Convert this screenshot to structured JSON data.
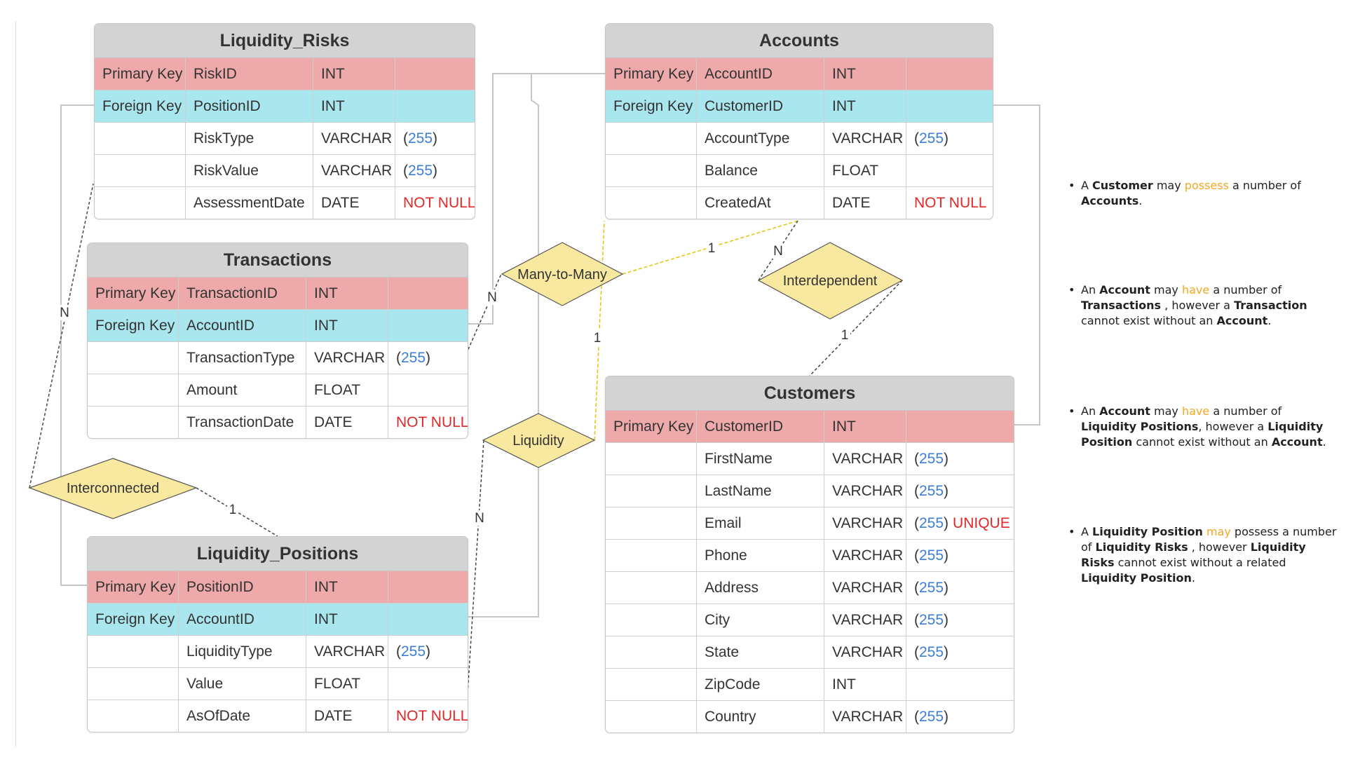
{
  "constraints_style": {
    "length_color": "#3c7dd9",
    "constraint_color": "#e02828",
    "pk_color": "#eeaaaa",
    "fk_color": "#aae6ee",
    "highlight_color": "#f6a623",
    "relationship_fill": "#f8e8a0"
  },
  "entities": {
    "liquidity_risks": {
      "title": "Liquidity_Risks",
      "rows": [
        {
          "key": "Primary Key",
          "name": "RiskID",
          "type": "INT",
          "len": "",
          "constraint": ""
        },
        {
          "key": "Foreign Key",
          "name": "PositionID",
          "type": "INT",
          "len": "",
          "constraint": ""
        },
        {
          "key": "",
          "name": "RiskType",
          "type": "VARCHAR",
          "len": "255",
          "constraint": ""
        },
        {
          "key": "",
          "name": "RiskValue",
          "type": "VARCHAR",
          "len": "255",
          "constraint": ""
        },
        {
          "key": "",
          "name": "AssessmentDate",
          "type": "DATE",
          "len": "",
          "constraint": "NOT NULL"
        }
      ]
    },
    "transactions": {
      "title": "Transactions",
      "rows": [
        {
          "key": "Primary Key",
          "name": "TransactionID",
          "type": "INT",
          "len": "",
          "constraint": ""
        },
        {
          "key": "Foreign Key",
          "name": "AccountID",
          "type": "INT",
          "len": "",
          "constraint": ""
        },
        {
          "key": "",
          "name": "TransactionType",
          "type": "VARCHAR",
          "len": "255",
          "constraint": ""
        },
        {
          "key": "",
          "name": "Amount",
          "type": "FLOAT",
          "len": "",
          "constraint": ""
        },
        {
          "key": "",
          "name": "TransactionDate",
          "type": "DATE",
          "len": "",
          "constraint": "NOT NULL"
        }
      ]
    },
    "liquidity_positions": {
      "title": "Liquidity_Positions",
      "rows": [
        {
          "key": "Primary Key",
          "name": "PositionID",
          "type": "INT",
          "len": "",
          "constraint": ""
        },
        {
          "key": "Foreign Key",
          "name": "AccountID",
          "type": "INT",
          "len": "",
          "constraint": ""
        },
        {
          "key": "",
          "name": "LiquidityType",
          "type": "VARCHAR",
          "len": "255",
          "constraint": ""
        },
        {
          "key": "",
          "name": "Value",
          "type": "FLOAT",
          "len": "",
          "constraint": ""
        },
        {
          "key": "",
          "name": "AsOfDate",
          "type": "DATE",
          "len": "",
          "constraint": "NOT NULL"
        }
      ]
    },
    "accounts": {
      "title": "Accounts",
      "rows": [
        {
          "key": "Primary Key",
          "name": "AccountID",
          "type": "INT",
          "len": "",
          "constraint": ""
        },
        {
          "key": "Foreign Key",
          "name": "CustomerID",
          "type": "INT",
          "len": "",
          "constraint": ""
        },
        {
          "key": "",
          "name": "AccountType",
          "type": "VARCHAR",
          "len": "255",
          "constraint": ""
        },
        {
          "key": "",
          "name": "Balance",
          "type": "FLOAT",
          "len": "",
          "constraint": ""
        },
        {
          "key": "",
          "name": "CreatedAt",
          "type": "DATE",
          "len": "",
          "constraint": "NOT NULL"
        }
      ]
    },
    "customers": {
      "title": "Customers",
      "rows": [
        {
          "key": "Primary Key",
          "name": "CustomerID",
          "type": "INT",
          "len": "",
          "constraint": ""
        },
        {
          "key": "",
          "name": "FirstName",
          "type": "VARCHAR",
          "len": "255",
          "constraint": ""
        },
        {
          "key": "",
          "name": "LastName",
          "type": "VARCHAR",
          "len": "255",
          "constraint": ""
        },
        {
          "key": "",
          "name": "Email",
          "type": "VARCHAR",
          "len": "255",
          "constraint": "UNIQUE"
        },
        {
          "key": "",
          "name": "Phone",
          "type": "VARCHAR",
          "len": "255",
          "constraint": ""
        },
        {
          "key": "",
          "name": "Address",
          "type": "VARCHAR",
          "len": "255",
          "constraint": ""
        },
        {
          "key": "",
          "name": "City",
          "type": "VARCHAR",
          "len": "255",
          "constraint": ""
        },
        {
          "key": "",
          "name": "State",
          "type": "VARCHAR",
          "len": "255",
          "constraint": ""
        },
        {
          "key": "",
          "name": "ZipCode",
          "type": "INT",
          "len": "",
          "constraint": ""
        },
        {
          "key": "",
          "name": "Country",
          "type": "VARCHAR",
          "len": "255",
          "constraint": ""
        }
      ]
    }
  },
  "relationships": [
    {
      "id": "many-to-many",
      "label": "Many-to-Many"
    },
    {
      "id": "interdependent",
      "label": "Interdependent"
    },
    {
      "id": "liquidity",
      "label": "Liquidity"
    },
    {
      "id": "interconnected",
      "label": "Interconnected"
    }
  ],
  "cardinalities": [
    "N",
    "1",
    "N",
    "1",
    "N",
    "1",
    "1",
    "N",
    "1",
    "N"
  ],
  "notes": [
    [
      [
        "A ",
        ""
      ],
      [
        "Customer",
        "b"
      ],
      [
        " may ",
        ""
      ],
      [
        "possess",
        "hl"
      ],
      [
        " a number of ",
        ""
      ],
      [
        "Accounts",
        "b"
      ],
      [
        ".",
        ""
      ]
    ],
    [
      [
        "An ",
        ""
      ],
      [
        "Account",
        "b"
      ],
      [
        " may ",
        ""
      ],
      [
        "have",
        "hl"
      ],
      [
        " a number of ",
        ""
      ],
      [
        "Transactions",
        "b"
      ],
      [
        " , however a ",
        ""
      ],
      [
        "Transaction",
        "b"
      ],
      [
        " cannot exist without an ",
        ""
      ],
      [
        "Account",
        "b"
      ],
      [
        ".",
        ""
      ]
    ],
    [
      [
        "An ",
        ""
      ],
      [
        "Account",
        "b"
      ],
      [
        " may ",
        ""
      ],
      [
        "have",
        "hl"
      ],
      [
        " a number of ",
        ""
      ],
      [
        "Liquidity Positions",
        "b"
      ],
      [
        ", however a ",
        ""
      ],
      [
        "Liquidity Position",
        "b"
      ],
      [
        " cannot exist without an ",
        ""
      ],
      [
        "Account",
        "b"
      ],
      [
        ".",
        ""
      ]
    ],
    [
      [
        "A ",
        ""
      ],
      [
        "Liquidity Position",
        "b"
      ],
      [
        " ",
        ""
      ],
      [
        "may",
        "hl"
      ],
      [
        " possess a number of ",
        ""
      ],
      [
        "Liquidity Risks",
        "b"
      ],
      [
        " , however ",
        ""
      ],
      [
        "Liquidity Risks",
        "b"
      ],
      [
        " cannot exist without a related ",
        ""
      ],
      [
        "Liquidity Position",
        "b"
      ],
      [
        ".",
        ""
      ]
    ]
  ]
}
